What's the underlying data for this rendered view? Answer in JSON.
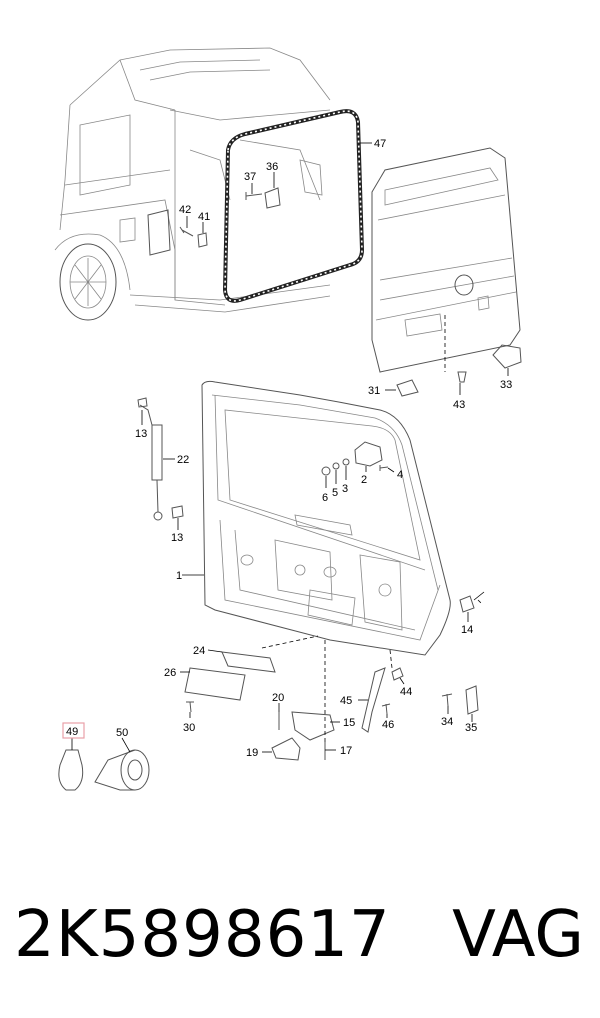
{
  "diagram": {
    "callouts": {
      "c1": "1",
      "c2": "2",
      "c3": "3",
      "c4": "4",
      "c5": "5",
      "c6": "6",
      "c13a": "13",
      "c13b": "13",
      "c14": "14",
      "c15": "15",
      "c17": "17",
      "c19": "19",
      "c20": "20",
      "c22": "22",
      "c24": "24",
      "c26": "26",
      "c30": "30",
      "c31": "31",
      "c33": "33",
      "c34": "34",
      "c35": "35",
      "c36": "36",
      "c37": "37",
      "c41": "41",
      "c42": "42",
      "c43": "43",
      "c44": "44",
      "c45": "45",
      "c46": "46",
      "c47": "47",
      "c49": "49",
      "c50": "50"
    },
    "highlight_color": "#e8a0a8"
  },
  "footer": {
    "part_number": "2K5898617",
    "brand": "VAG"
  }
}
